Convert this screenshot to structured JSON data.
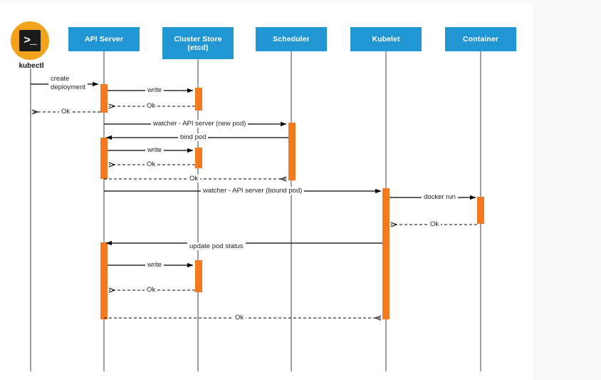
{
  "diagram": {
    "title": "Kubernetes pod creation sequence diagram",
    "type": "sequence-diagram",
    "colors": {
      "participant_header": "#2196d3",
      "header_text": "#ffffff",
      "activation_bar": "#f47920",
      "actor_circle": "#f0a31b",
      "actor_terminal": "#1c1c1c",
      "lifeline": "#6e6e6e",
      "arrow": "#000000",
      "canvas": "#ffffff",
      "page_background": "#f7f8f9"
    },
    "actor": {
      "icon": "terminal-icon",
      "glyph": ">_",
      "label": "kubectl"
    },
    "participants": [
      {
        "id": "kubectl",
        "label": "kubectl",
        "line1": "kubectl",
        "line2": ""
      },
      {
        "id": "api",
        "label": "API Server",
        "line1": "API Server",
        "line2": ""
      },
      {
        "id": "etcd",
        "label": "Cluster Store (etcd)",
        "line1": "Cluster Store",
        "line2": "(etcd)"
      },
      {
        "id": "sched",
        "label": "Scheduler",
        "line1": "Scheduler",
        "line2": ""
      },
      {
        "id": "kubelet",
        "label": "Kubelet",
        "line1": "Kubelet",
        "line2": ""
      },
      {
        "id": "container",
        "label": "Container",
        "line1": "Container",
        "line2": ""
      }
    ],
    "messages": [
      {
        "n": 1,
        "label": "create deployment",
        "from": "kubectl",
        "to": "api",
        "kind": "call"
      },
      {
        "n": 2,
        "label": "write",
        "from": "api",
        "to": "etcd",
        "kind": "call"
      },
      {
        "n": 3,
        "label": "Ok",
        "from": "etcd",
        "to": "api",
        "kind": "return"
      },
      {
        "n": 4,
        "label": "Ok",
        "from": "api",
        "to": "kubectl",
        "kind": "return"
      },
      {
        "n": 5,
        "label": "watcher - API server (new pod)",
        "from": "api",
        "to": "sched",
        "kind": "call"
      },
      {
        "n": 6,
        "label": "bind pod",
        "from": "sched",
        "to": "api",
        "kind": "call"
      },
      {
        "n": 7,
        "label": "write",
        "from": "api",
        "to": "etcd",
        "kind": "call"
      },
      {
        "n": 8,
        "label": "Ok",
        "from": "etcd",
        "to": "api",
        "kind": "return"
      },
      {
        "n": 9,
        "label": "Ok",
        "from": "api",
        "to": "sched",
        "kind": "return"
      },
      {
        "n": 10,
        "label": "watcher - API server (bound pod)",
        "from": "api",
        "to": "kubelet",
        "kind": "call"
      },
      {
        "n": 11,
        "label": "docker run",
        "from": "kubelet",
        "to": "container",
        "kind": "call"
      },
      {
        "n": 12,
        "label": "Ok",
        "from": "container",
        "to": "kubelet",
        "kind": "return"
      },
      {
        "n": 13,
        "label": "update pod status",
        "from": "kubelet",
        "to": "api",
        "kind": "call"
      },
      {
        "n": 14,
        "label": "write",
        "from": "api",
        "to": "etcd",
        "kind": "call"
      },
      {
        "n": 15,
        "label": "Ok",
        "from": "etcd",
        "to": "api",
        "kind": "return"
      },
      {
        "n": 16,
        "label": "Ok",
        "from": "api",
        "to": "kubelet",
        "kind": "return"
      }
    ],
    "labels": {
      "m1a": "create",
      "m1b": "deployment",
      "m2": "write",
      "m3": "Ok",
      "m4": "Ok",
      "m5": "watcher - API server (new pod)",
      "m6": "bind pod",
      "m7": "write",
      "m8": "Ok",
      "m9": "Ok",
      "m10": "watcher - API server (bound pod)",
      "m11": "docker run",
      "m12": "Ok",
      "m13": "update pod status",
      "m14": "write",
      "m15": "Ok",
      "m16": "Ok"
    }
  }
}
